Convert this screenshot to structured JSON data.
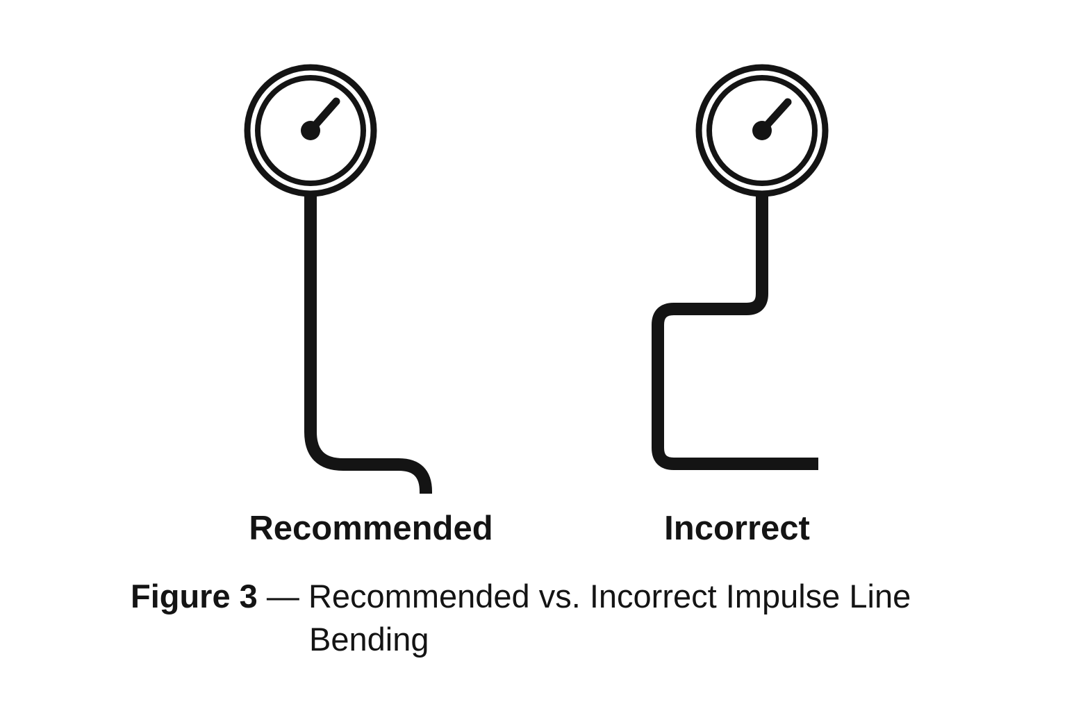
{
  "page": {
    "background": "#ffffff",
    "ink": "#141414"
  },
  "figure": {
    "panels": [
      {
        "id": "recommended",
        "label": "Recommended",
        "icon": "pressure-gauge-icon",
        "line_style": "smooth-large-radius-bend"
      },
      {
        "id": "incorrect",
        "label": "Incorrect",
        "icon": "pressure-gauge-icon",
        "line_style": "sharp-small-radius-bends"
      }
    ],
    "caption": {
      "label": "Figure 3",
      "separator": "—",
      "text": "Recommended vs. Incorrect Impulse Line Bending"
    }
  }
}
